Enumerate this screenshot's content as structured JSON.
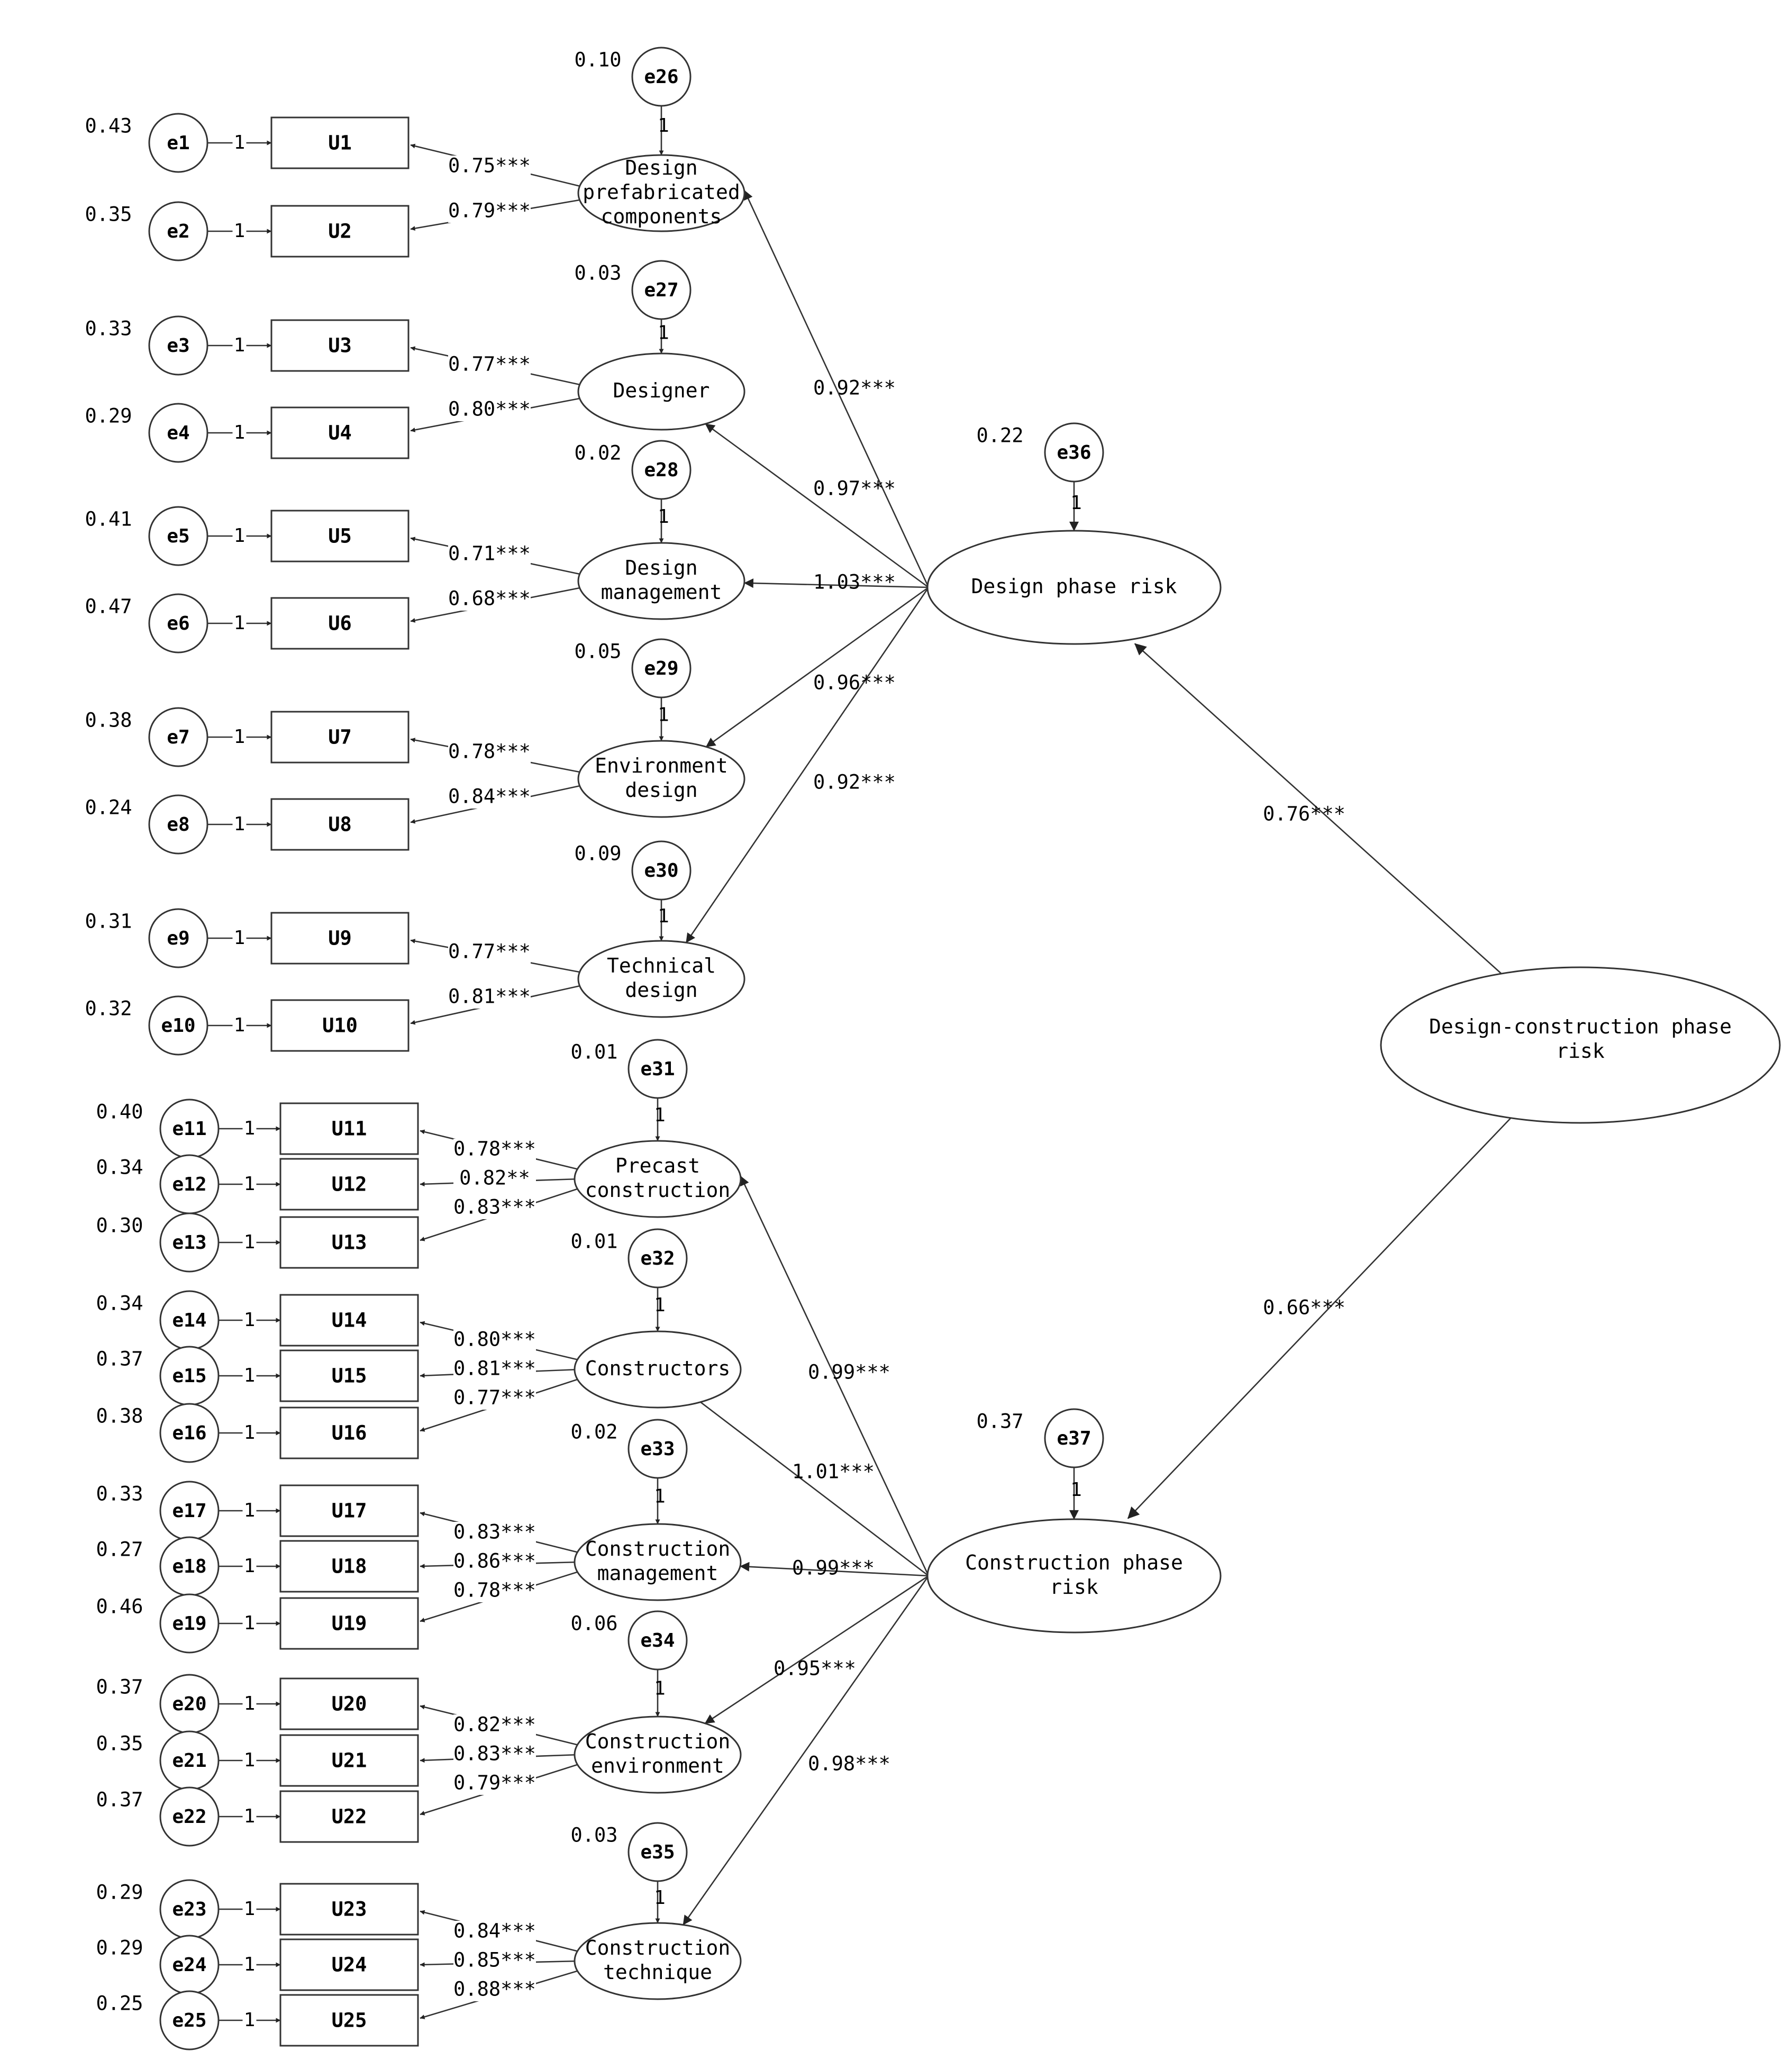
{
  "second_order": {
    "label": "Design-construction phase risk"
  },
  "first_order": [
    {
      "id": "design",
      "label": "Design phase risk",
      "error": "e36",
      "error_var": "0.22",
      "path_to_top": "0.76***"
    },
    {
      "id": "construction",
      "label": "Construction phase risk",
      "error": "e37",
      "error_var": "0.37",
      "path_to_top": "0.66***"
    }
  ],
  "factors": [
    {
      "label": "Design prefabricated components",
      "group": "design",
      "error": "e26",
      "error_var": "0.10",
      "loading": "0.92***",
      "items": [
        {
          "id": "U1",
          "error": "e1",
          "error_var": "0.43",
          "loading": "0.75***"
        },
        {
          "id": "U2",
          "error": "e2",
          "error_var": "0.35",
          "loading": "0.79***"
        }
      ]
    },
    {
      "label": "Designer",
      "group": "design",
      "error": "e27",
      "error_var": "0.03",
      "loading": "0.97***",
      "items": [
        {
          "id": "U3",
          "error": "e3",
          "error_var": "0.33",
          "loading": "0.77***"
        },
        {
          "id": "U4",
          "error": "e4",
          "error_var": "0.29",
          "loading": "0.80***"
        }
      ]
    },
    {
      "label": "Design management",
      "group": "design",
      "error": "e28",
      "error_var": "0.02",
      "loading": "1.03***",
      "items": [
        {
          "id": "U5",
          "error": "e5",
          "error_var": "0.41",
          "loading": "0.71***"
        },
        {
          "id": "U6",
          "error": "e6",
          "error_var": "0.47",
          "loading": "0.68***"
        }
      ]
    },
    {
      "label": "Environment design",
      "group": "design",
      "error": "e29",
      "error_var": "0.05",
      "loading": "0.96***",
      "items": [
        {
          "id": "U7",
          "error": "e7",
          "error_var": "0.38",
          "loading": "0.78***"
        },
        {
          "id": "U8",
          "error": "e8",
          "error_var": "0.24",
          "loading": "0.84***"
        }
      ]
    },
    {
      "label": "Technical design",
      "group": "design",
      "error": "e30",
      "error_var": "0.09",
      "loading": "0.92***",
      "items": [
        {
          "id": "U9",
          "error": "e9",
          "error_var": "0.31",
          "loading": "0.77***"
        },
        {
          "id": "U10",
          "error": "e10",
          "error_var": "0.32",
          "loading": "0.81***"
        }
      ]
    },
    {
      "label": "Precast construction",
      "group": "construction",
      "error": "e31",
      "error_var": "0.01",
      "loading": "0.99***",
      "items": [
        {
          "id": "U11",
          "error": "e11",
          "error_var": "0.40",
          "loading": "0.78***"
        },
        {
          "id": "U12",
          "error": "e12",
          "error_var": "0.34",
          "loading": "0.82**"
        },
        {
          "id": "U13",
          "error": "e13",
          "error_var": "0.30",
          "loading": "0.83***"
        }
      ]
    },
    {
      "label": "Constructors",
      "group": "construction",
      "error": "e32",
      "error_var": "0.01",
      "loading": "1.01***",
      "items": [
        {
          "id": "U14",
          "error": "e14",
          "error_var": "0.34",
          "loading": "0.80***"
        },
        {
          "id": "U15",
          "error": "e15",
          "error_var": "0.37",
          "loading": "0.81***"
        },
        {
          "id": "U16",
          "error": "e16",
          "error_var": "0.38",
          "loading": "0.77***"
        }
      ]
    },
    {
      "label": "Construction management",
      "group": "construction",
      "error": "e33",
      "error_var": "0.02",
      "loading": "0.99***",
      "items": [
        {
          "id": "U17",
          "error": "e17",
          "error_var": "0.33",
          "loading": "0.83***"
        },
        {
          "id": "U18",
          "error": "e18",
          "error_var": "0.27",
          "loading": "0.86***"
        },
        {
          "id": "U19",
          "error": "e19",
          "error_var": "0.46",
          "loading": "0.78***"
        }
      ]
    },
    {
      "label": "Construction environment",
      "group": "construction",
      "error": "e34",
      "error_var": "0.06",
      "loading": "0.95***",
      "items": [
        {
          "id": "U20",
          "error": "e20",
          "error_var": "0.37",
          "loading": "0.82***"
        },
        {
          "id": "U21",
          "error": "e21",
          "error_var": "0.35",
          "loading": "0.83***"
        },
        {
          "id": "U22",
          "error": "e22",
          "error_var": "0.37",
          "loading": "0.79***"
        }
      ]
    },
    {
      "label": "Construction technique",
      "group": "construction",
      "error": "e35",
      "error_var": "0.03",
      "loading": "0.98***",
      "items": [
        {
          "id": "U23",
          "error": "e23",
          "error_var": "0.29",
          "loading": "0.84***"
        },
        {
          "id": "U24",
          "error": "e24",
          "error_var": "0.29",
          "loading": "0.85***"
        },
        {
          "id": "U25",
          "error": "e25",
          "error_var": "0.25",
          "loading": "0.88***"
        }
      ]
    }
  ],
  "error_path_label": "1"
}
